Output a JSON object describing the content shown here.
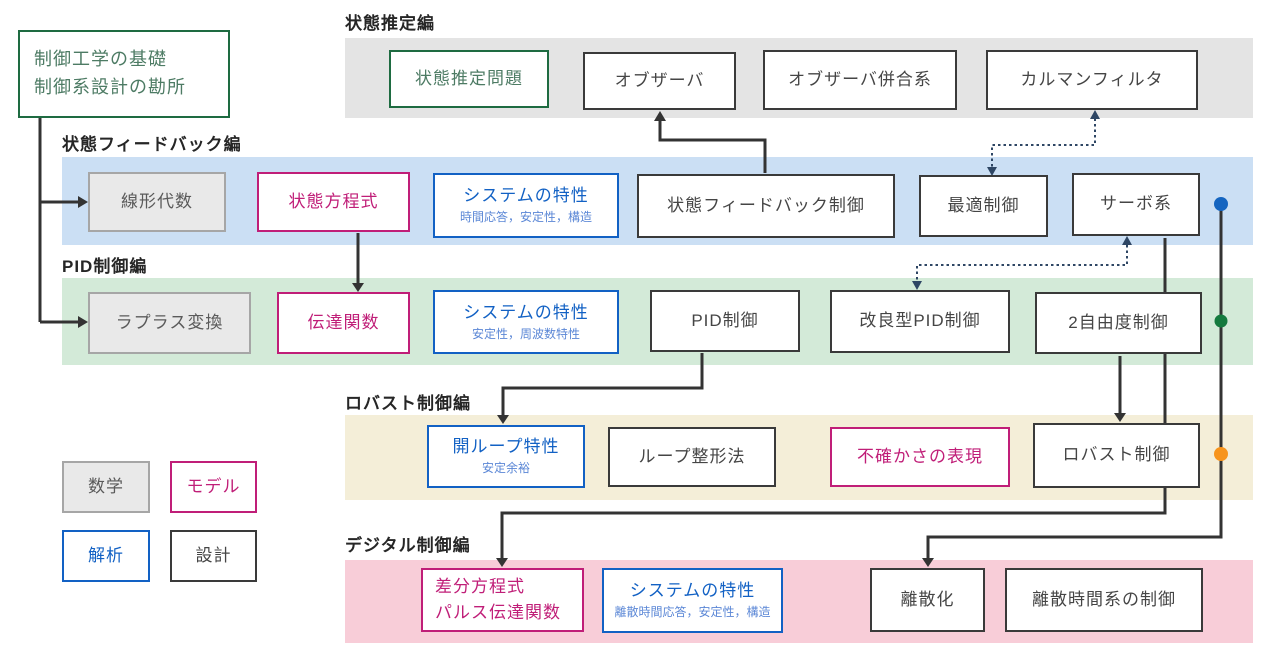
{
  "palette": {
    "band_estimation": "#e4e4e4",
    "band_state_feedback": "#cbdff4",
    "band_pid": "#d3ead8",
    "band_robust": "#f4eed8",
    "band_digital": "#f8cdd8",
    "accent_green": "#1e6b41",
    "accent_magenta": "#c01e78",
    "accent_blue": "#1261c4",
    "wire_solid": "#333333",
    "wire_dotted": "#2e4664",
    "dot_blue": "#1565c0",
    "dot_green": "#157a3f",
    "dot_orange": "#f7941d"
  },
  "intro_box": {
    "lines": [
      "制御工学の基礎",
      "制御系設計の勘所"
    ]
  },
  "sections": {
    "estimation": {
      "label": "状態推定編"
    },
    "state_feedback": {
      "label": "状態フィードバック編"
    },
    "pid": {
      "label": "PID制御編"
    },
    "robust": {
      "label": "ロバスト制御編"
    },
    "digital": {
      "label": "デジタル制御編"
    }
  },
  "boxes": {
    "state_estimation_problem": {
      "label": "状態推定問題"
    },
    "observer": {
      "label": "オブザーバ"
    },
    "observer_combined": {
      "label": "オブザーバ併合系"
    },
    "kalman_filter": {
      "label": "カルマンフィルタ"
    },
    "linear_algebra": {
      "label": "線形代数"
    },
    "state_equation": {
      "label": "状態方程式"
    },
    "system_props_sf": {
      "label": "システムの特性",
      "sub": "時間応答，安定性，構造"
    },
    "state_feedback_control": {
      "label": "状態フィードバック制御"
    },
    "optimal_control": {
      "label": "最適制御"
    },
    "servo_system": {
      "label": "サーボ系"
    },
    "laplace_transform": {
      "label": "ラプラス変換"
    },
    "transfer_function": {
      "label": "伝達関数"
    },
    "system_props_pid": {
      "label": "システムの特性",
      "sub": "安定性，周波数特性"
    },
    "pid_control": {
      "label": "PID制御"
    },
    "advanced_pid_control": {
      "label": "改良型PID制御"
    },
    "two_dof_control": {
      "label": "2自由度制御"
    },
    "open_loop_props": {
      "label": "開ループ特性",
      "sub": "安定余裕"
    },
    "loop_shaping": {
      "label": "ループ整形法"
    },
    "uncertainty": {
      "label": "不確かさの表現"
    },
    "robust_control": {
      "label": "ロバスト制御"
    },
    "difference_equation": {
      "lines": [
        "差分方程式",
        "パルス伝達関数"
      ]
    },
    "system_props_digital": {
      "label": "システムの特性",
      "sub": "離散時間応答，安定性，構造"
    },
    "discretization": {
      "label": "離散化"
    },
    "discrete_time_control": {
      "label": "離散時間系の制御"
    }
  },
  "legend": {
    "math": "数学",
    "model": "モデル",
    "analysis": "解析",
    "design": "設計"
  }
}
